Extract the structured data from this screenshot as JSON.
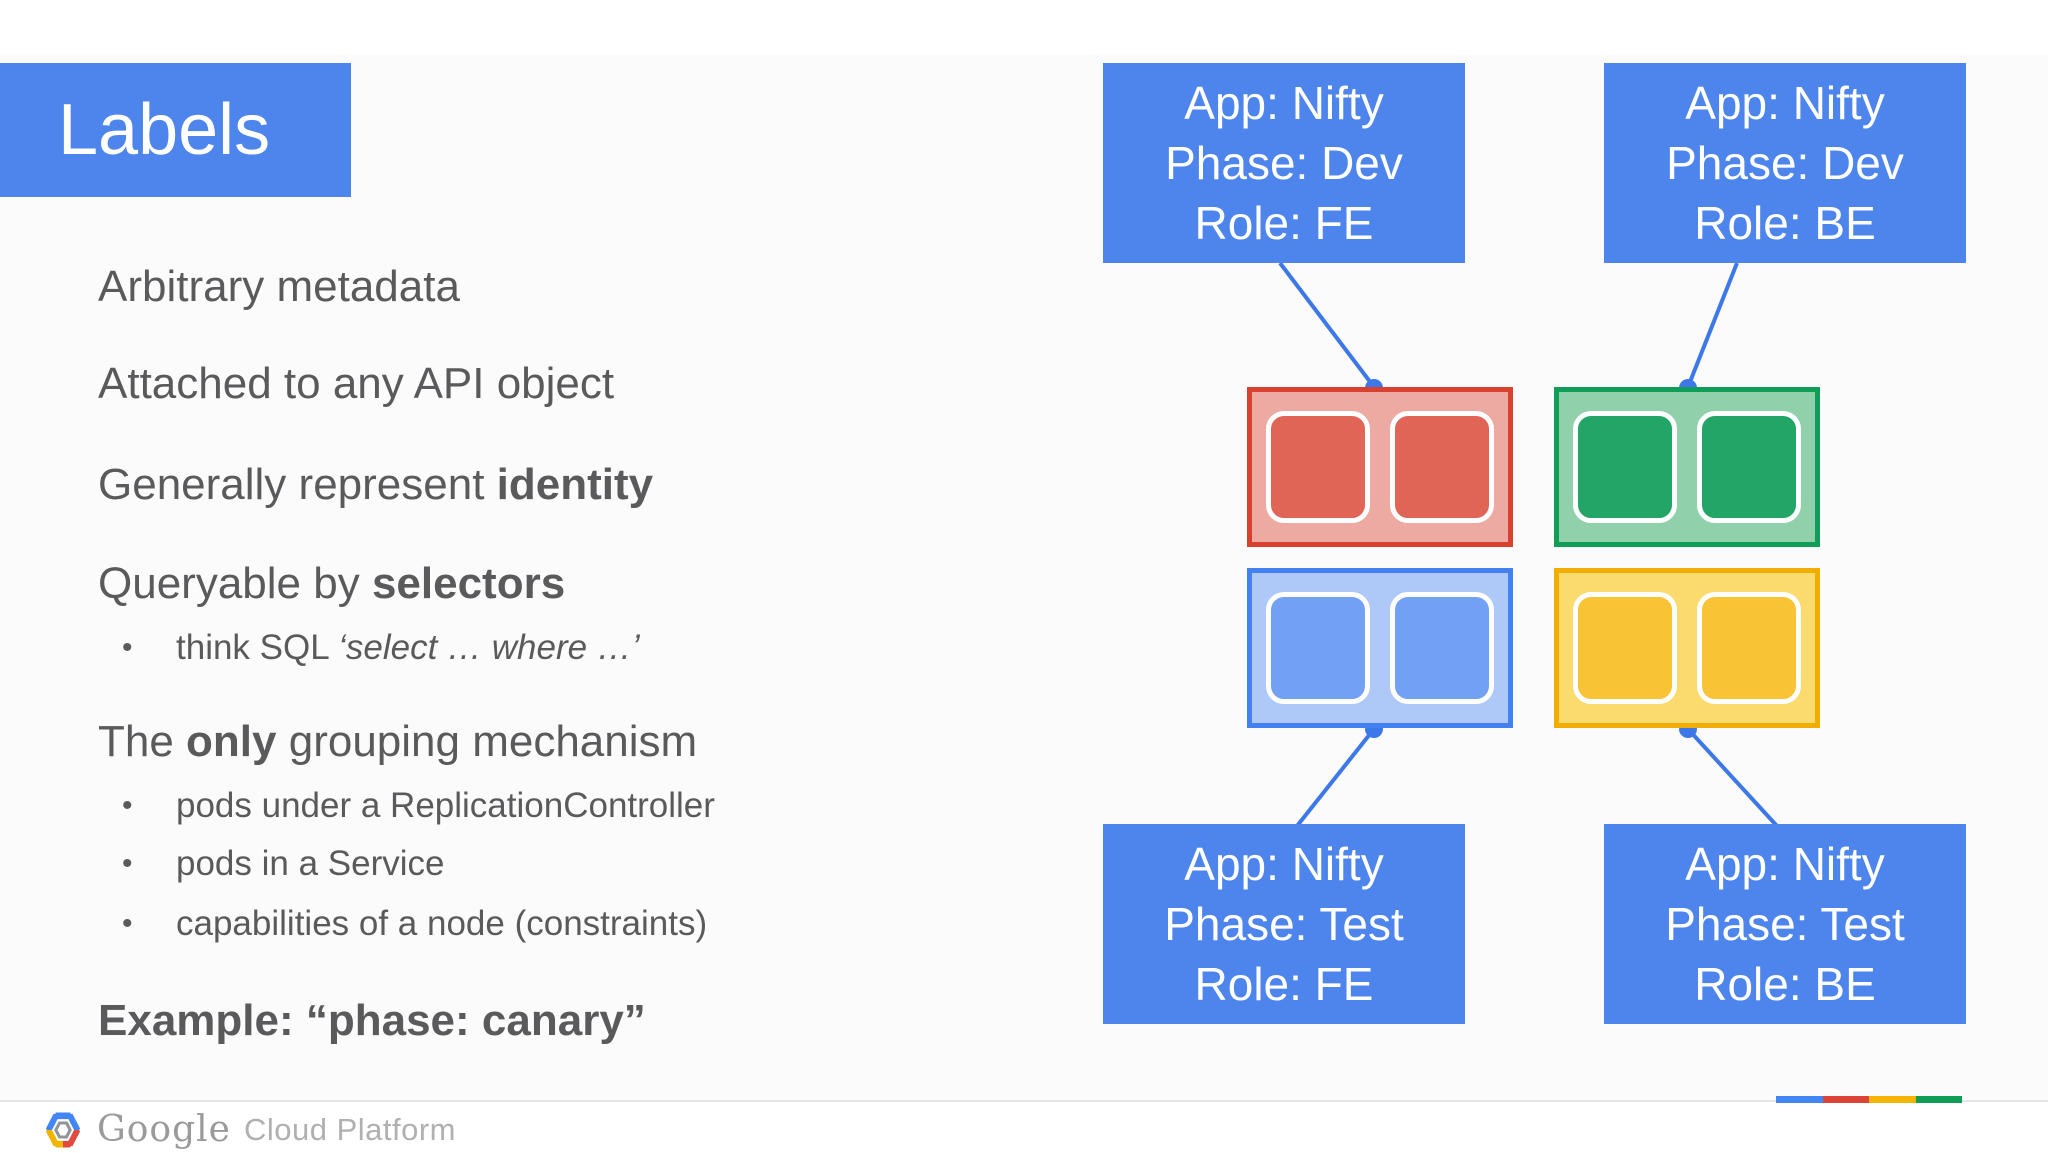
{
  "colors": {
    "slide_bg": "#fbfbfb",
    "accent_blue": "#4d85ec",
    "connector": "#3c78e8",
    "text": "#5a5a5c",
    "divider": "#e5e5e5",
    "red_border": "#d8402f",
    "red_fill": "#ecaaa2",
    "red_pod": "#e06557",
    "green_border": "#0f9d58",
    "green_fill": "#90d1ab",
    "green_pod": "#23a567",
    "blue_border": "#4181f1",
    "blue_fill": "#aec9f8",
    "blue_pod": "#72a1f4",
    "yellow_border": "#f2ae00",
    "yellow_fill": "#fbda6e",
    "yellow_pod": "#f9c336",
    "bar_blue": "#4285f4",
    "bar_red": "#db4437",
    "bar_yellow": "#f4b400",
    "bar_green": "#0f9d58",
    "logo_gray": "#9a9a9a",
    "logo_light_gray": "#b0b0b0"
  },
  "title": {
    "label": "Labels"
  },
  "content": {
    "bullet_dot": "•",
    "arbitrary": "Arbitrary metadata",
    "attached": "Attached to any API object",
    "generally_pre": "Generally represent ",
    "generally_bold": "identity",
    "queryable_pre": "Queryable by ",
    "queryable_bold": "selectors",
    "think_pre": "think SQL ",
    "think_italic": "‘select … where …’",
    "grouping_pre": "The ",
    "grouping_bold": "only",
    "grouping_post": " grouping mechanism",
    "pods_rc": "pods under a ReplicationController",
    "pods_svc": "pods in a Service",
    "capabilities": "capabilities of a node (constraints)",
    "example": "Example: “phase: canary”"
  },
  "diagram": {
    "label_boxes": [
      {
        "id": "dev-fe",
        "lines": [
          "App: Nifty",
          "Phase: Dev",
          "Role: FE"
        ]
      },
      {
        "id": "dev-be",
        "lines": [
          "App: Nifty",
          "Phase: Dev",
          "Role: BE"
        ]
      },
      {
        "id": "test-fe",
        "lines": [
          "App: Nifty",
          "Phase: Test",
          "Role: FE"
        ]
      },
      {
        "id": "test-be",
        "lines": [
          "App: Nifty",
          "Phase: Test",
          "Role: BE"
        ]
      }
    ],
    "pod_groups": [
      {
        "color_name": "red",
        "pod_count": 2
      },
      {
        "color_name": "green",
        "pod_count": 2
      },
      {
        "color_name": "blue",
        "pod_count": 2
      },
      {
        "color_name": "yellow",
        "pod_count": 2
      }
    ]
  },
  "footer": {
    "brand": "Google",
    "brand_suffix": "Cloud Platform"
  }
}
